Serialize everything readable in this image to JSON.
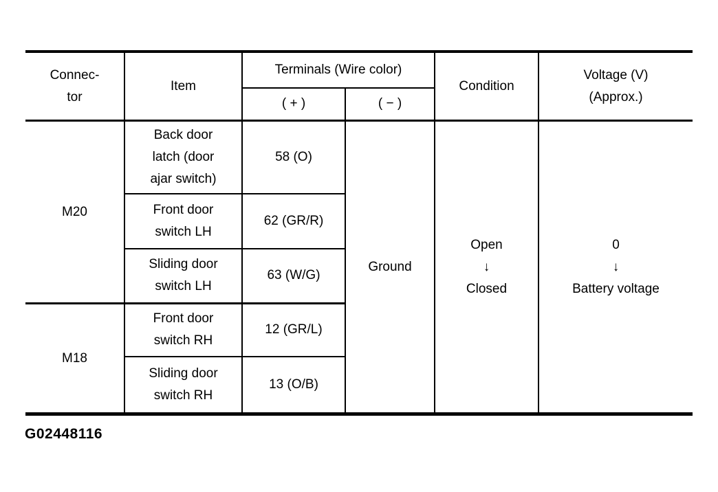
{
  "table": {
    "header": {
      "connector": "Connec-\ntor",
      "item": "Item",
      "terminals": "Terminals (Wire color)",
      "plus": "( + )",
      "minus": "( − )",
      "condition": "Condition",
      "voltage": "Voltage (V)\n(Approx.)"
    },
    "groups": [
      {
        "connector": "M20",
        "rows": [
          {
            "item": "Back door\nlatch (door\najar switch)",
            "plus": "58 (O)"
          },
          {
            "item": "Front door\nswitch LH",
            "plus": "62 (GR/R)"
          },
          {
            "item": "Sliding door\nswitch LH",
            "plus": "63 (W/G)"
          }
        ]
      },
      {
        "connector": "M18",
        "rows": [
          {
            "item": "Front door\nswitch RH",
            "plus": "12 (GR/L)"
          },
          {
            "item": "Sliding door\nswitch RH",
            "plus": "13 (O/B)"
          }
        ]
      }
    ],
    "shared": {
      "minus": "Ground",
      "condition": "Open\n↓\nClosed",
      "voltage": "0\n↓\nBattery voltage"
    }
  },
  "figure_id": "G02448116"
}
